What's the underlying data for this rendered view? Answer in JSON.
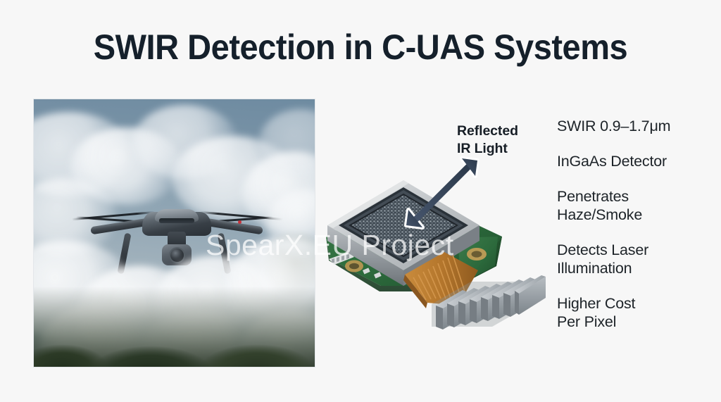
{
  "slide": {
    "title": "SWIR Detection in C-UAS Systems",
    "background_color": "#f7f7f7",
    "title_color": "#15202b"
  },
  "watermark": {
    "text": "SpearX.EU Project"
  },
  "photo": {
    "alt": "Quadcopter drone hovering in thick smoke and cloud",
    "subject": "drone",
    "environment": "smoke-haze"
  },
  "sensor_module": {
    "alt": "InGaAs SWIR sensor module on green PCB with heatsink",
    "parts": {
      "sensor_array": "focal plane array",
      "housing": "metal package",
      "pcb": "green circuit board",
      "flex_cable": "copper flex cable",
      "heatsink": "finned aluminium heatsink"
    },
    "colors": {
      "pcb": "#2f6b3f",
      "housing": "#b9bcc0",
      "array": "#46505a",
      "flex": "#b5752f",
      "heatsink": "#9aa1a6"
    }
  },
  "annotation": {
    "line1": "Reflected",
    "line2": "IR Light",
    "arrow_color": "#3b4a5a"
  },
  "features": [
    {
      "line1": "SWIR 0.9–1.7μm",
      "line2": ""
    },
    {
      "line1": "InGaAs Detector",
      "line2": ""
    },
    {
      "line1": "Penetrates",
      "line2": "Haze/Smoke"
    },
    {
      "line1": "Detects Laser",
      "line2": "Illumination"
    },
    {
      "line1": "Higher Cost",
      "line2": "Per Pixel"
    }
  ]
}
